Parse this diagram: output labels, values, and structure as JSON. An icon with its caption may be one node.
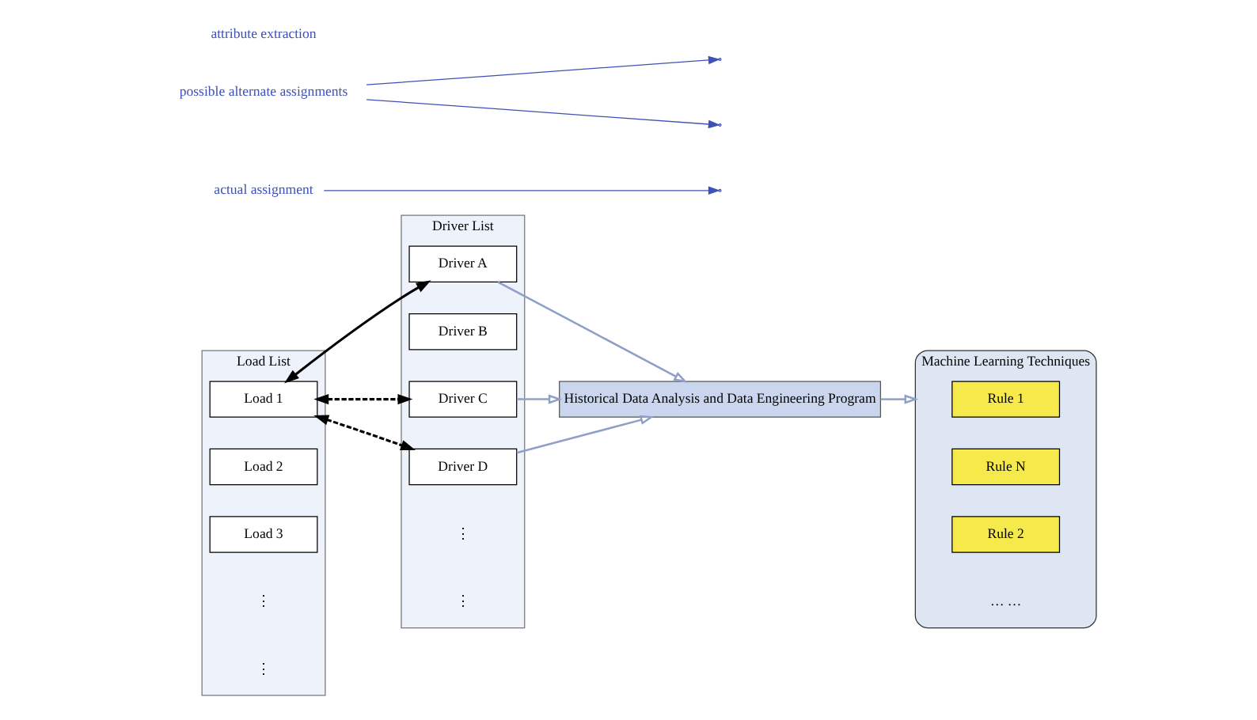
{
  "diagram": {
    "nodes": [
      {
        "text": [
          "Load List"
        ]
      },
      {
        "text": [
          "Load 1"
        ],
        "in": 0
      },
      {
        "text": [
          "Load 2"
        ],
        "in": 0
      },
      {
        "text": [
          "Load 3"
        ],
        "in": 0
      },
      {
        "text": [
          "Driver List"
        ]
      },
      {
        "text": [
          "Driver A"
        ],
        "in": 4
      },
      {
        "text": [
          "Driver B"
        ],
        "in": 4
      },
      {
        "text": [
          "Driver C"
        ],
        "in": 4
      },
      {
        "text": [
          "Driver D"
        ],
        "in": 4
      },
      {
        "text": [
          "Historical Data Analysis and Data Engineering Program"
        ]
      },
      {
        "text": [
          "Machine Learning Techniques"
        ]
      },
      {
        "text": [
          "Rule 1"
        ],
        "in": 10
      },
      {
        "text": [
          "Rule N"
        ],
        "in": 10
      },
      {
        "text": [
          "Rule 2"
        ],
        "in": 10
      },
      {
        "text": [
          "actual assignment"
        ]
      },
      {
        "text": [
          "possible alternate assignments"
        ]
      }
    ],
    "edges": [
      {
        "from": 1,
        "to": 5,
        "arrow": "both",
        "color": "#000000"
      },
      {
        "from": 1,
        "to": 7,
        "arrow": "both",
        "style": "dashed",
        "color": "#000000"
      },
      {
        "from": 1,
        "to": 8,
        "arrow": "both",
        "style": "dashed",
        "color": "#000000"
      },
      {
        "from": 14,
        "to": null,
        "arrow": "to",
        "color": "#3f51b5"
      },
      {
        "from": 15,
        "to": null,
        "arrow": "to",
        "color": "#3f51b5"
      },
      {
        "from": 15,
        "to": null,
        "arrow": "to",
        "color": "#3f51b5"
      },
      {
        "from": 5,
        "to": 9,
        "arrow": "to",
        "color": "#8fa0c8"
      },
      {
        "from": 7,
        "to": 9,
        "arrow": "to",
        "color": "#8fa0c8"
      },
      {
        "from": 8,
        "to": 9,
        "arrow": "to",
        "color": "#8fa0c8"
      },
      {
        "from": 9,
        "to": 10,
        "arrow": "to",
        "color": "#8fa0c8"
      }
    ],
    "labels": [
      "attribute extraction",
      "⋮",
      "⋮",
      "⋮",
      "⋮",
      "… …"
    ]
  }
}
